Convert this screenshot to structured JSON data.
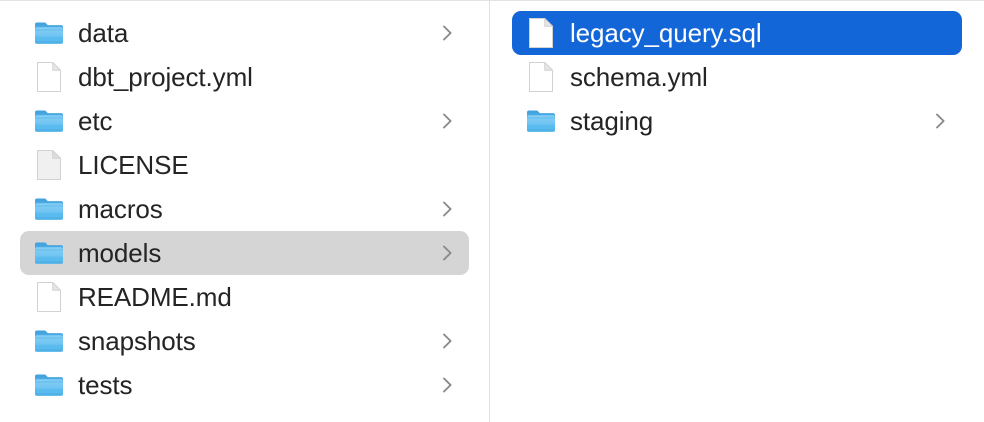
{
  "window": {
    "title": "Finder Column View",
    "view_mode": "column"
  },
  "colors": {
    "selection_active_bg": "#1266d8",
    "selection_active_text": "#ffffff",
    "selection_inactive_bg": "#d5d5d5",
    "row_text": "#242424",
    "folder_blue": "#6fc4f2",
    "folder_blue_dark": "#3aa7e6",
    "chevron_gray": "#8a8a8a",
    "divider": "#e0e0e0",
    "background": "#ffffff"
  },
  "columns": [
    {
      "name": "parent-column",
      "items": [
        {
          "label": "data",
          "kind": "folder",
          "icon": "folder-icon",
          "has_chevron": true,
          "selected": false,
          "selection_state": "none"
        },
        {
          "label": "dbt_project.yml",
          "kind": "file",
          "icon": "document-icon",
          "has_chevron": false,
          "selected": false,
          "selection_state": "none"
        },
        {
          "label": "etc",
          "kind": "folder",
          "icon": "folder-icon",
          "has_chevron": true,
          "selected": false,
          "selection_state": "none"
        },
        {
          "label": "LICENSE",
          "kind": "file",
          "icon": "generic-document-icon",
          "has_chevron": false,
          "selected": false,
          "selection_state": "none"
        },
        {
          "label": "macros",
          "kind": "folder",
          "icon": "folder-icon",
          "has_chevron": true,
          "selected": false,
          "selection_state": "none"
        },
        {
          "label": "models",
          "kind": "folder",
          "icon": "folder-icon",
          "has_chevron": true,
          "selected": true,
          "selection_state": "inactive"
        },
        {
          "label": "README.md",
          "kind": "file",
          "icon": "document-icon",
          "has_chevron": false,
          "selected": false,
          "selection_state": "none"
        },
        {
          "label": "snapshots",
          "kind": "folder",
          "icon": "folder-icon",
          "has_chevron": true,
          "selected": false,
          "selection_state": "none"
        },
        {
          "label": "tests",
          "kind": "folder",
          "icon": "folder-icon",
          "has_chevron": true,
          "selected": false,
          "selection_state": "none"
        }
      ]
    },
    {
      "name": "child-column",
      "items": [
        {
          "label": "legacy_query.sql",
          "kind": "file",
          "icon": "document-icon",
          "has_chevron": false,
          "selected": true,
          "selection_state": "active"
        },
        {
          "label": "schema.yml",
          "kind": "file",
          "icon": "document-icon",
          "has_chevron": false,
          "selected": false,
          "selection_state": "none"
        },
        {
          "label": "staging",
          "kind": "folder",
          "icon": "folder-icon",
          "has_chevron": true,
          "selected": false,
          "selection_state": "none"
        }
      ]
    }
  ]
}
